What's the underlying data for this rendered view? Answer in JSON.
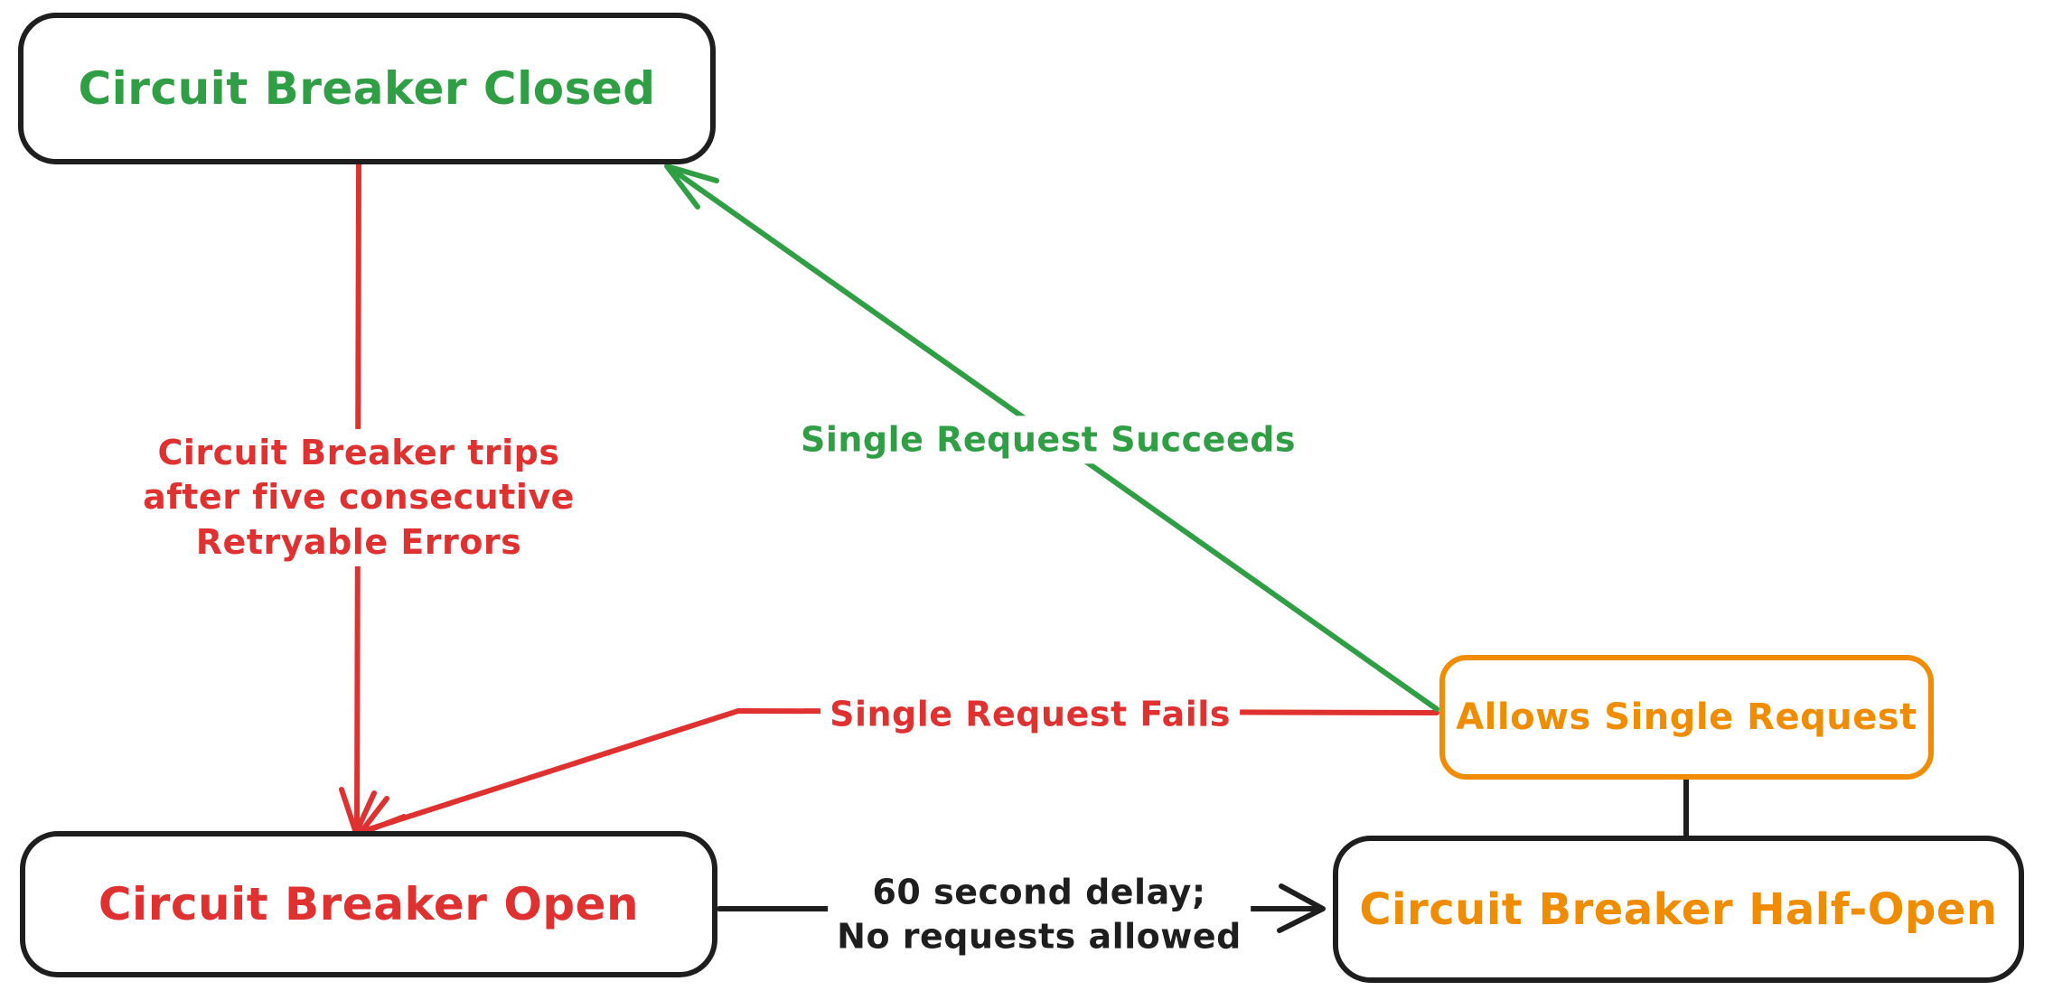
{
  "colors": {
    "green": "#2f9e44",
    "red": "#e03131",
    "orange": "#f08c00",
    "black": "#1e1e1e"
  },
  "nodes": {
    "closed": {
      "label": "Circuit Breaker Closed"
    },
    "open": {
      "label": "Circuit Breaker Open"
    },
    "half_open": {
      "label": "Circuit Breaker Half-Open"
    },
    "allows_single_request": {
      "label": "Allows Single Request"
    }
  },
  "edges": {
    "trips": {
      "lines": [
        "Circuit Breaker trips",
        "after five consecutive",
        "Retryable Errors"
      ]
    },
    "single_request_succeeds": {
      "label": "Single Request Succeeds"
    },
    "single_request_fails": {
      "label": "Single Request Fails"
    },
    "delay": {
      "lines": [
        "60 second delay;",
        "No requests allowed"
      ]
    }
  }
}
